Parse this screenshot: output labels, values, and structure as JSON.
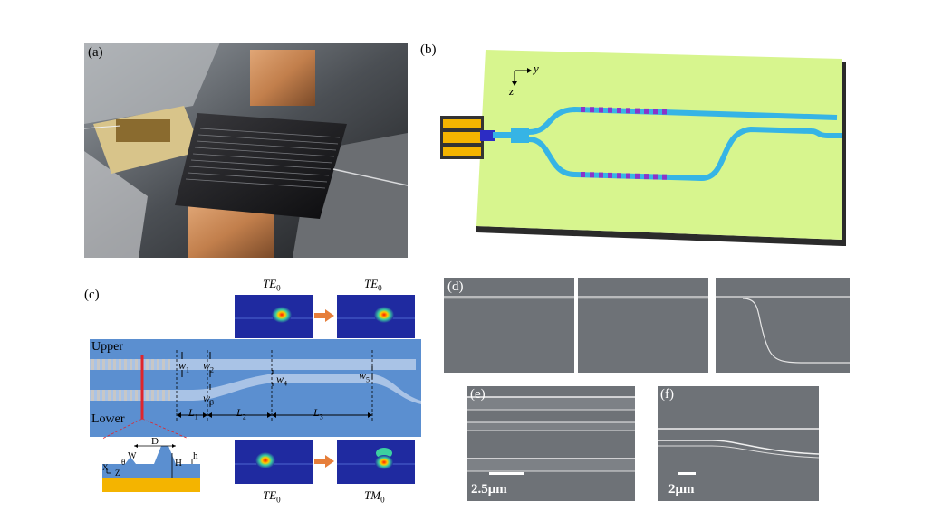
{
  "figure": {
    "panels": {
      "a": {
        "label": "(a)"
      },
      "b": {
        "label": "(b)",
        "axis_y": "y",
        "axis_z": "z"
      },
      "c": {
        "label": "(c)",
        "upper": "Upper",
        "lower": "Lower",
        "w1": "w",
        "w1_sub": "1",
        "w2": "w",
        "w2_sub": "2",
        "w3": "w",
        "w3_sub": "3",
        "w4": "w",
        "w4_sub": "4",
        "w5": "w",
        "w5_sub": "5",
        "L1": "L",
        "L1_sub": "1",
        "L2": "L",
        "L2_sub": "2",
        "L3": "L",
        "L3_sub": "3",
        "mode_top_in": "TE",
        "mode_top_in_sub": "0",
        "mode_top_out": "TE",
        "mode_top_out_sub": "0",
        "mode_bot_in": "TE",
        "mode_bot_in_sub": "0",
        "mode_bot_out": "TM",
        "mode_bot_out_sub": "0",
        "inset_D": "D",
        "inset_W": "W",
        "inset_H": "H",
        "inset_h": "h",
        "inset_theta": "θ",
        "inset_x": "X",
        "inset_z": "Z"
      },
      "d": {
        "label": "(d)"
      },
      "e": {
        "label": "(e)",
        "scale": "2.5μm"
      },
      "f": {
        "label": "(f)",
        "scale": "2μm"
      }
    },
    "colors": {
      "chip_green": "#d7f58e",
      "waveguide": "#36b4e5",
      "grating_purple": "#8a35c9",
      "panel_blue": "#5b8fd0",
      "sem_gray": "#6e7277",
      "mode_bg": "#1f2aa0"
    }
  }
}
